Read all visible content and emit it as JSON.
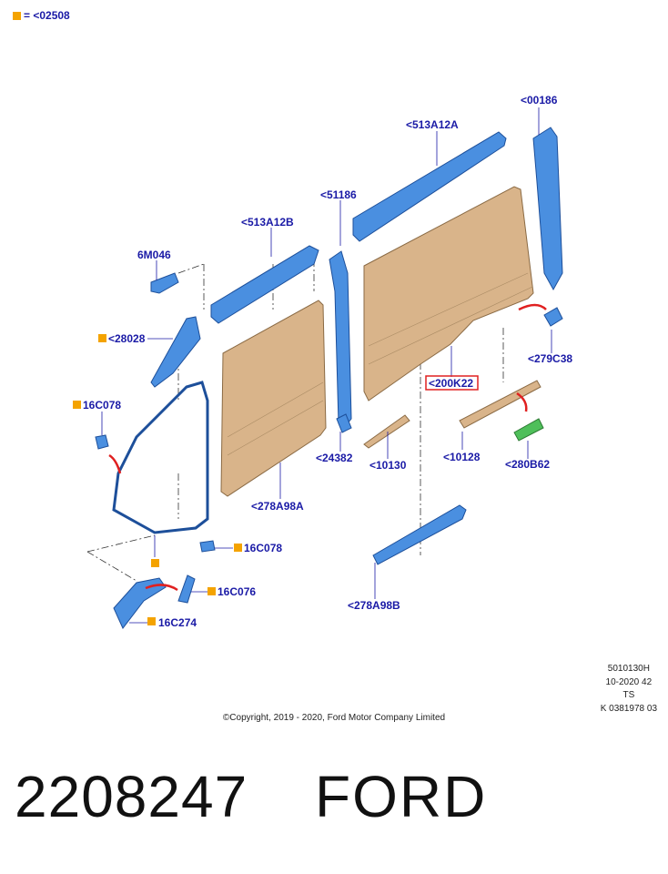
{
  "legend": {
    "marker_color": "#f4a300",
    "text": "= <02508"
  },
  "callouts": {
    "c00186": "<00186",
    "c513A12A": "<513A12A",
    "c51186": "<51186",
    "c513A12B": "<513A12B",
    "c6M046": "6M046",
    "c28028": "<28028",
    "c16C078a": "16C078",
    "c279C38": "<279C38",
    "c200K22": "<200K22",
    "c24382": "<24382",
    "c10130": "<10130",
    "c10128": "<10128",
    "c280B62": "<280B62",
    "c278A98A": "<278A98A",
    "c16C078b": "16C078",
    "c16C076": "16C076",
    "c16C274": "16C274",
    "c278A98B": "<278A98B"
  },
  "colors": {
    "label": "#1a1aa6",
    "panel": "#d9b48a",
    "part_blue": "#4a8fe0",
    "part_green": "#4fbf5a",
    "arrow_red": "#e02020",
    "highlight_box": "#e02020"
  },
  "meta": {
    "line1": "5010130H",
    "line2": "10-2020 42",
    "line3": "TS",
    "line4": "K 0381978 03"
  },
  "copyright": "©Copyright, 2019 - 2020, Ford Motor Company Limited",
  "footer": {
    "part_number": "2208247",
    "brand": "FORD"
  }
}
